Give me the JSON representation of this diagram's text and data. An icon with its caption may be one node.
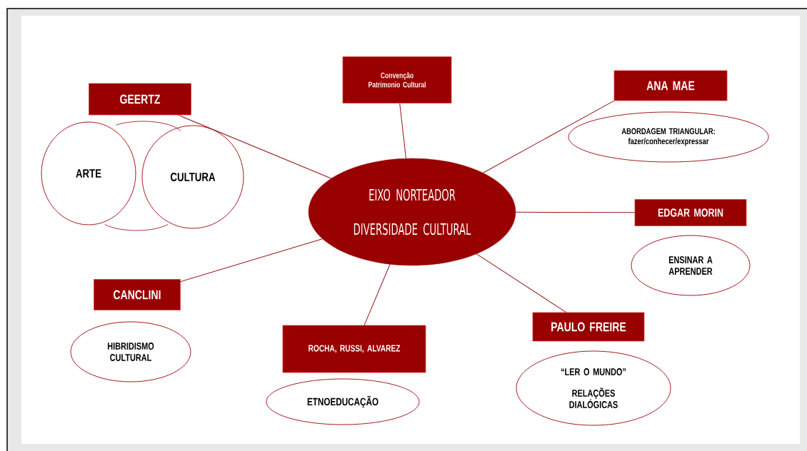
{
  "diagram": {
    "nodes": [
      {
        "text": [
          "EIXO NORTEADOR",
          "DIVERSIDADE CULTURAL"
        ]
      },
      {
        "text": [
          "Convenção Patrimonio Cultural"
        ]
      },
      {
        "text": [
          "GEERTZ"
        ]
      },
      {
        "text": [
          "ARTE"
        ]
      },
      {
        "text": [
          "CULTURA"
        ]
      },
      {
        "text": [
          "ANA MAE"
        ]
      },
      {
        "text": [
          "ABORDAGEM TRIANGULAR: fazer/conhecer/expressar"
        ]
      },
      {
        "text": [
          "EDGAR MORIN"
        ]
      },
      {
        "text": [
          "ENSINAR A APRENDER"
        ]
      },
      {
        "text": [
          "CANCLINI"
        ]
      },
      {
        "text": [
          "HIBRIDISMO CULTURAL"
        ]
      },
      {
        "text": [
          "ROCHA, RUSSI, ALVAREZ"
        ]
      },
      {
        "text": [
          "ETNOEDUCAÇÃO"
        ]
      },
      {
        "text": [
          "PAULO FREIRE"
        ]
      },
      {
        "text": [
          "“LER O MUNDO”",
          "RELAÇÕES DIALÓGICAS"
        ]
      },
      {
        "text": [],
        "shape": "ellipse"
      },
      {
        "text": [],
        "shape": "ellipse"
      }
    ],
    "edges": [
      {
        "from": 0,
        "to": 1,
        "arrow": "none"
      },
      {
        "from": 0,
        "to": 2,
        "arrow": "none"
      },
      {
        "from": 0,
        "to": 5,
        "arrow": "none"
      },
      {
        "from": 0,
        "to": 7,
        "arrow": "none"
      },
      {
        "from": 0,
        "to": 9,
        "arrow": "none"
      },
      {
        "from": 0,
        "to": 11,
        "arrow": "none"
      },
      {
        "from": 0,
        "to": 13,
        "arrow": "none"
      }
    ]
  }
}
